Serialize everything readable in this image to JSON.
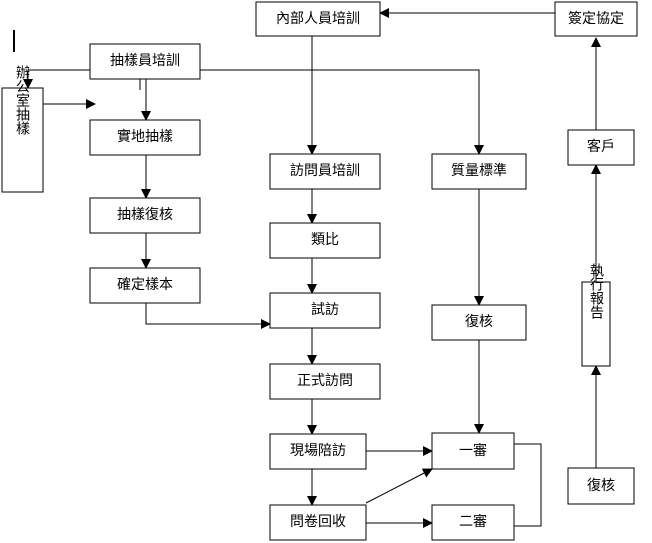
{
  "nodes": {
    "n_train_internal": "內部人員培訓",
    "n_sign": "簽定協定",
    "n_sampler_train": "抽樣員培訓",
    "n_office_sample": "辦公室抽樣",
    "n_field_sample": "實地抽樣",
    "n_sample_check": "抽樣復核",
    "n_confirm_sample": "確定樣本",
    "n_interviewer_train": "訪問員培訓",
    "n_quality_std": "質量標準",
    "n_analogy": "類比",
    "n_trial": "試訪",
    "n_formal": "正式訪問",
    "n_onsite": "現場陪訪",
    "n_first_review": "一審",
    "n_collect": "問卷回收",
    "n_second_review": "二審",
    "n_review_mid": "復核",
    "n_client": "客戶",
    "n_exec_report": "執行報告",
    "n_review_right": "復核"
  }
}
